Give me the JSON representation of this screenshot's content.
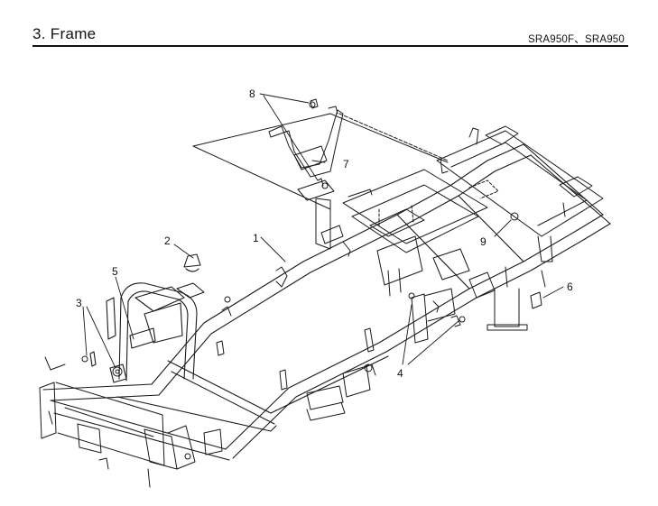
{
  "header": {
    "section_title": "3. Frame",
    "model_label": "SRA950F、SRA950"
  },
  "callouts": [
    "1",
    "2",
    "3",
    "4",
    "5",
    "6",
    "7",
    "8",
    "9"
  ]
}
